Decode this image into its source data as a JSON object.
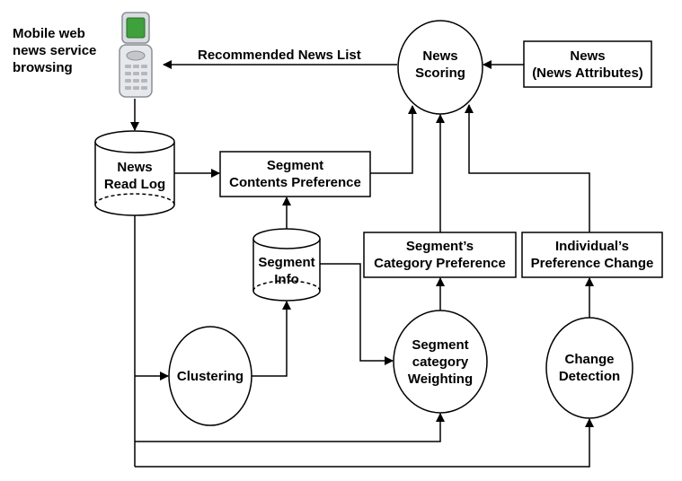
{
  "title_text": [
    "Mobile web",
    "news service",
    "browsing"
  ],
  "recommended_list_label": "Recommended News List",
  "nodes": {
    "news_scoring": [
      "News",
      "Scoring"
    ],
    "news_attributes": [
      "News",
      "(News Attributes)"
    ],
    "news_read_log": [
      "News",
      "Read Log"
    ],
    "segment_contents_preference": [
      "Segment",
      "Contents Preference"
    ],
    "segment_info": [
      "Segment",
      "Info"
    ],
    "segment_category_preference": [
      "Segment’s",
      "Category Preference"
    ],
    "individual_preference_change": [
      "Individual’s",
      "Preference Change"
    ],
    "clustering": [
      "Clustering"
    ],
    "segment_category_weighting": [
      "Segment",
      "category",
      "Weighting"
    ],
    "change_detection": [
      "Change",
      "Detection"
    ]
  },
  "icons": {
    "phone": "mobile-phone-icon"
  },
  "colors": {
    "ink": "#000000",
    "background": "#ffffff",
    "phone_screen": "#3ea13c"
  }
}
